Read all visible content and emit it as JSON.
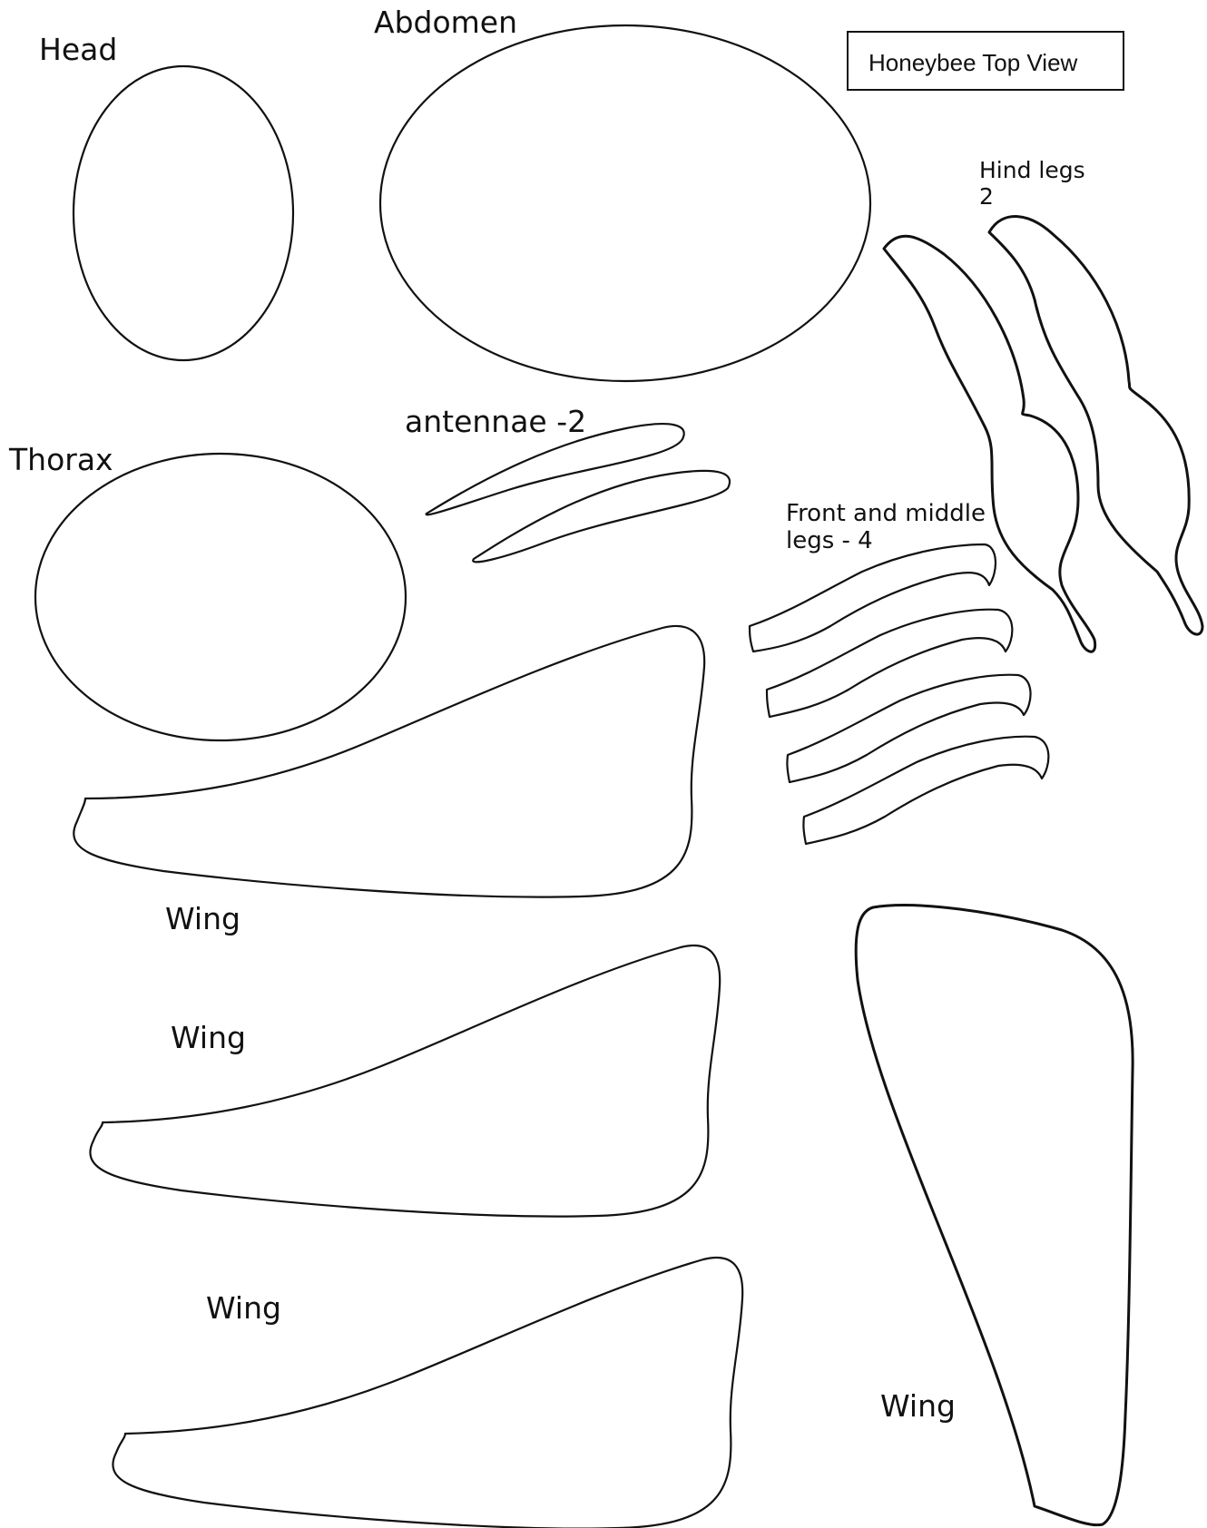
{
  "diagram": {
    "title": "Honeybee Top View",
    "labels": {
      "head": "Head",
      "abdomen": "Abdomen",
      "thorax": "Thorax",
      "antennae": "antennae -2",
      "hind_legs_line1": "Hind legs",
      "hind_legs_line2": "2",
      "front_middle_line1": "Front and middle",
      "front_middle_line2": "legs - 4",
      "wing_1": "Wing",
      "wing_2": "Wing",
      "wing_3": "Wing",
      "wing_4": "Wing"
    }
  }
}
